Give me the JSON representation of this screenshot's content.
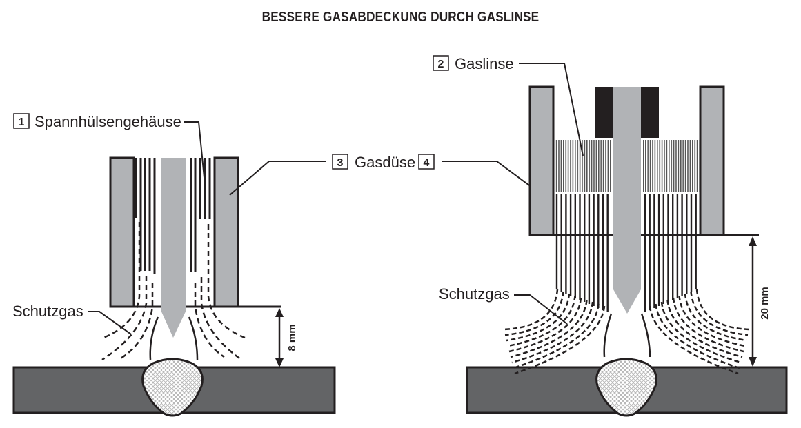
{
  "title": "BESSERE GASABDECKUNG DURCH GASLINSE",
  "colors": {
    "ink": "#231f20",
    "nozzle_gray": "#b1b3b6",
    "workpiece_gray": "#636466",
    "collet_black": "#231f20"
  },
  "left_diagram": {
    "labels": {
      "collet_body_number": "1",
      "collet_body": "Spannhülsengehäuse",
      "shielding_gas": "Schutzgas",
      "distance": "8 mm"
    }
  },
  "center_label": {
    "number_left": "3",
    "text": "Gasdüse",
    "number_right": "4"
  },
  "right_diagram": {
    "labels": {
      "gas_lens_number": "2",
      "gas_lens": "Gaslinse",
      "shielding_gas": "Schutzgas",
      "distance": "20 mm"
    }
  }
}
